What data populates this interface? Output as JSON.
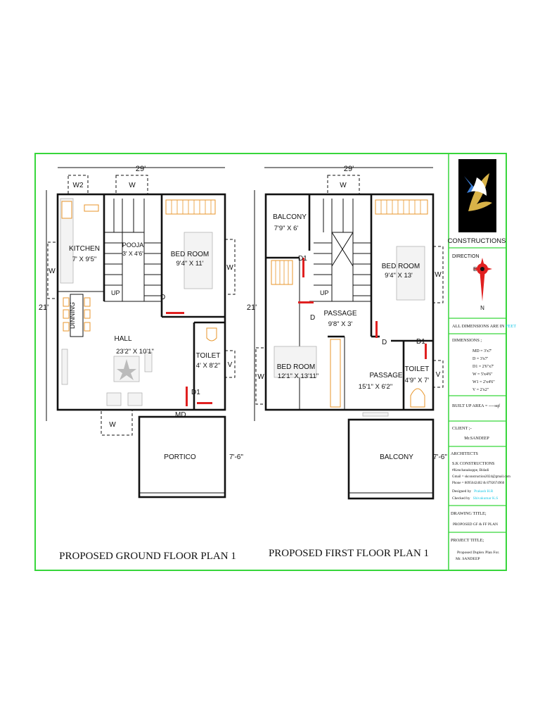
{
  "ground_floor": {
    "title": "PROPOSED GROUND FLOOR PLAN 1",
    "width_dim": "29'",
    "height_dim": "21'",
    "portico_dim": "7'-6\"",
    "rooms": {
      "kitchen": {
        "name": "KITCHEN",
        "size": "7' X 9'5\""
      },
      "pooja": {
        "name": "POOJA",
        "size": "3' X 4'6'"
      },
      "bedroom": {
        "name": "BED ROOM",
        "size": "9'4\" X 11'"
      },
      "dinning": {
        "name": "DINNING"
      },
      "hall": {
        "name": "HALL",
        "size": "23'2\" X 10'1\""
      },
      "toilet": {
        "name": "TOILET",
        "size": "4' X 8'2\""
      },
      "portico": {
        "name": "PORTICO"
      }
    },
    "labels": {
      "w2": "W2",
      "w_top": "W",
      "w_left": "W",
      "w_right_bed": "W",
      "w_right_toilet": "V",
      "w_bottom": "W",
      "d": "D",
      "d1": "D1",
      "md": "MD",
      "up": "UP"
    }
  },
  "first_floor": {
    "title": "PROPOSED FIRST FLOOR PLAN 1",
    "width_dim": "29'",
    "height_dim": "21'",
    "balcony_dim": "7'-6\"",
    "rooms": {
      "balcony_top": {
        "name": "BALCONY",
        "size": "7'9\" X 6'"
      },
      "bedroom_right": {
        "name": "BED ROOM",
        "size": "9'4\" X 13'"
      },
      "passage_top": {
        "name": "PASSAGE",
        "size": "9'8\" X 3'"
      },
      "bedroom_left": {
        "name": "BED ROOM",
        "size": "12'1\" X 13'11\""
      },
      "passage_bottom": {
        "name": "PASSAGE",
        "size": "15'1\" X 6'2\""
      },
      "toilet": {
        "name": "TOILET",
        "size": "4'9\" X 7'"
      },
      "balcony_bottom": {
        "name": "BALCONY"
      }
    },
    "labels": {
      "w_top": "W",
      "w_right_bed": "W",
      "w_left_bed": "W",
      "v_toilet": "V",
      "d": "D",
      "d_passage": "D",
      "d1_top": "D1",
      "d1_toilet": "D1",
      "up": "UP"
    }
  },
  "title_block": {
    "company": "CONSTRUCTIONS",
    "direction_label": "DIRECTION",
    "compass_e": "E",
    "compass_n": "N",
    "dimensions_note_prefix": "ALL DIMENSIONS ARE IN ",
    "dimensions_note_unit": "FEET",
    "dimensions_heading": "DIMENSIONS ;",
    "dimension_list": [
      "MD = 3'x7'",
      "D   = 3'x7'",
      "D1 = 2'6\"x7'",
      "W   = 5'x4'6\"",
      "W1 = 2'x4'6\"",
      "V   = 2'x2\""
    ],
    "built_up_area": "BUILT UP AREA = ----sqf",
    "client_label": "CLIENT ;-",
    "client_name": "Mr.SANDEEP",
    "architects_label": "ARCHITECTS",
    "architect_name": "S.K CONSTRUCTIONS",
    "architect_address": "#Kenchanakuppe, Bidadi",
    "architect_gmail": "Gmail = skconstruction2024@gmail.com",
    "architect_phone": "Phone = 8095642402 & 8792674960",
    "designed_by_label": "Designed by",
    "designed_by_name": "Prakash H.R",
    "checked_by_label": "Checked by",
    "checked_by_name": "Shivakumar K.S",
    "drawing_title_label": "DRAWING TITLE;",
    "drawing_title": "PROPOSED GF & FF PLAN",
    "project_title_label": "PROJECT TITLE;",
    "project_title_line1": "Proposed Duplex Plan For.",
    "project_title_line2": "Mr. SANDEEP"
  },
  "colors": {
    "frame_green": "#37d63b",
    "accent_orange": "#e8962b",
    "accent_red": "#e02020",
    "feet_cyan": "#12c7e6"
  }
}
